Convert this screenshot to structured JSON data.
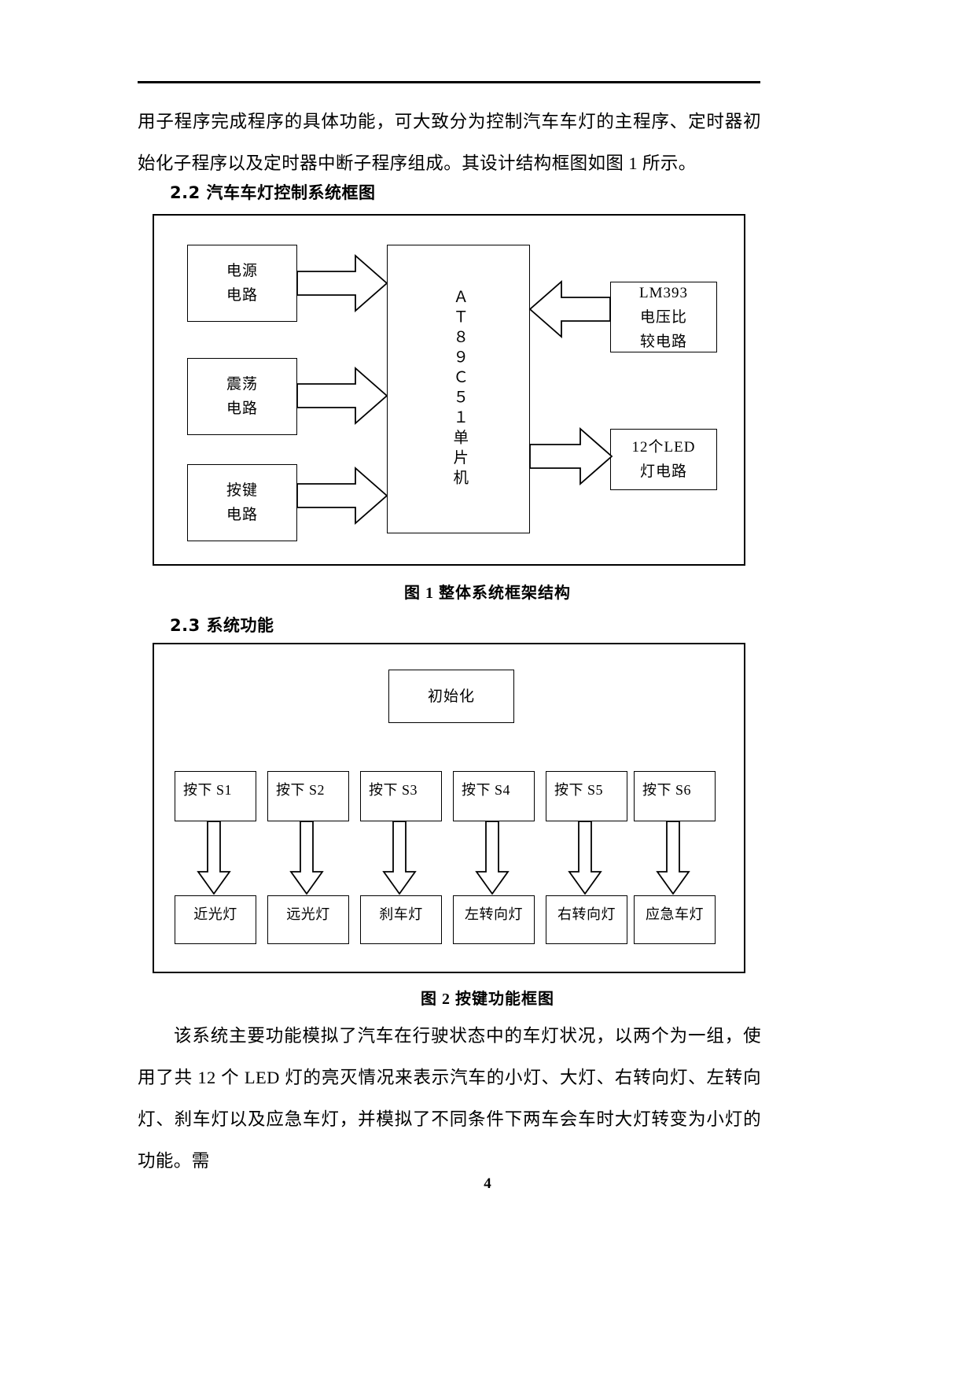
{
  "document": {
    "page_number": "4",
    "paragraphs": {
      "intro": "用子程序完成程序的具体功能，可大致分为控制汽车车灯的主程序、定时器初始化子程序以及定时器中断子程序组成。其设计结构框图如图 1 所示。",
      "outro": "该系统主要功能模拟了汽车在行驶状态中的车灯状况，以两个为一组，使用了共 12 个 LED 灯的亮灭情况来表示汽车的小灯、大灯、右转向灯、左转向灯、刹车灯以及应急车灯，并模拟了不同条件下两车会车时大灯转变为小灯的功能。需"
    },
    "headings": {
      "section_2_2": "2.2 汽车车灯控制系统框图",
      "section_2_3": "2.3 系统功能"
    },
    "captions": {
      "figure_1": "图 1 整体系统框架结构",
      "figure_2": "图 2 按键功能框图"
    }
  },
  "figure1": {
    "left_blocks": [
      {
        "line1": "电源",
        "line2": "电路"
      },
      {
        "line1": "震荡",
        "line2": "电路"
      },
      {
        "line1": "按键",
        "line2": "电路"
      }
    ],
    "mcu": "ＡＴ８９Ｃ５１单片机",
    "right_blocks": [
      {
        "line1": "LM393",
        "line2": "电压比",
        "line3": "较电路"
      },
      {
        "line1": "12个LED",
        "line2": "灯电路"
      }
    ]
  },
  "figure2": {
    "init": "初始化",
    "buttons": [
      "按下 S1",
      "按下 S2",
      "按下 S3",
      "按下 S4",
      "按下 S5",
      "按下 S6"
    ],
    "outputs": [
      "近光灯",
      "远光灯",
      "刹车灯",
      "左转向灯",
      "右转向灯",
      "应急车灯"
    ]
  },
  "colors": {
    "ink": "#000000",
    "paper": "#ffffff"
  }
}
